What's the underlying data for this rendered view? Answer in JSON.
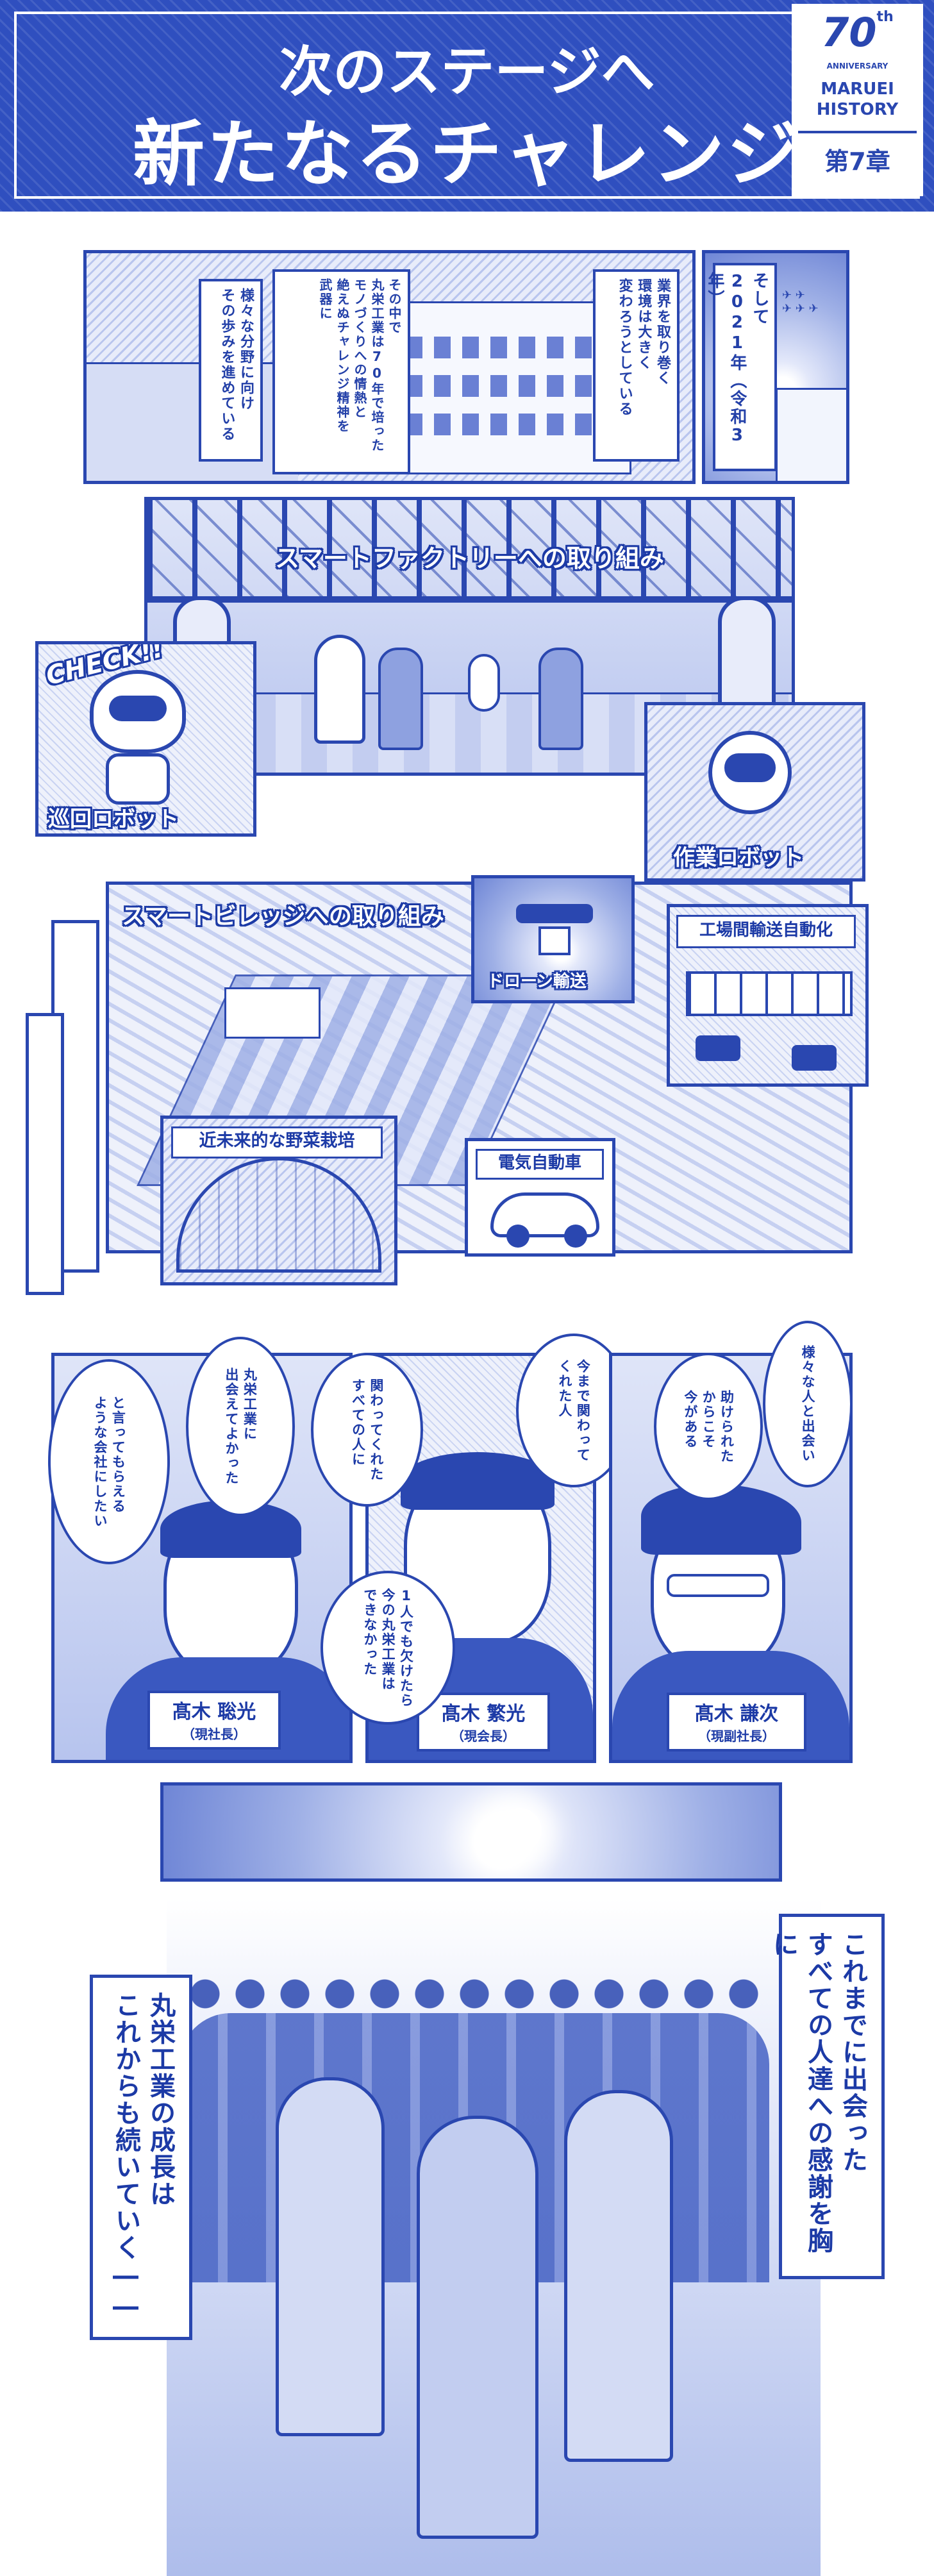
{
  "header": {
    "title_line1": "次のステージへ",
    "title_line2": "新たなるチャレンジ",
    "badge_anniversary_number": "70",
    "badge_anniversary_sub": "th",
    "badge_anniversary_word": "ANNIVERSARY",
    "badge_brand": "MARUEI",
    "badge_history": "HISTORY",
    "badge_chapter": "第7章"
  },
  "scene1": {
    "narration_2021": "そして\n2021年（令和3年）",
    "narration_industry": "業界を取り巻く\n環境は大きく\n変わろうとしている",
    "narration_monozukuri": "その中で\n丸栄工業は70年で培った\nモノづくりへの情熱と\n絶えぬチャレンジ精神を\n武器に",
    "narration_paths": "様々な分野に向け\nその歩みを進めている"
  },
  "factory": {
    "title": "スマートファクトリーへの取り組み",
    "check_text": "CHECK!!",
    "patrol_robot_label": "巡回ロボット",
    "work_robot_label": "作業ロボット"
  },
  "village": {
    "title": "スマートビレッジへの取り組み",
    "drone_label": "ドローン輸送",
    "transport_label": "工場間輸送自動化",
    "vegetable_label": "近未来的な野菜栽培",
    "ev_label": "電気自動車"
  },
  "people": {
    "left": {
      "name": "髙木 聡光",
      "role": "（現社長）",
      "bubble_a": "と言ってもらえる\nような会社にしたい",
      "bubble_b": "丸栄工業に\n出会えてよかった"
    },
    "center": {
      "name": "髙木 繁光",
      "role": "（現会長）",
      "bubble_a": "関わってくれた\nすべての人に",
      "bubble_b": "今まで関わって\nくれた人",
      "bubble_c": "1人でも欠けたら\n今の丸栄工業は\nできなかった"
    },
    "right": {
      "name": "髙木 謙次",
      "role": "（現副社長）",
      "bubble_a": "助けられた\nからこそ\n今がある",
      "bubble_b": "様々な人と出会い"
    }
  },
  "finale": {
    "narration_gratitude": "これまでに出会った\nすべての人達への感謝を胸に",
    "narration_growth": "丸栄工業の成長は\nこれからも続いていく――"
  },
  "colors": {
    "primary": "#2a47b0",
    "deep": "#1c3aa6",
    "light": "#dfe5f8"
  }
}
